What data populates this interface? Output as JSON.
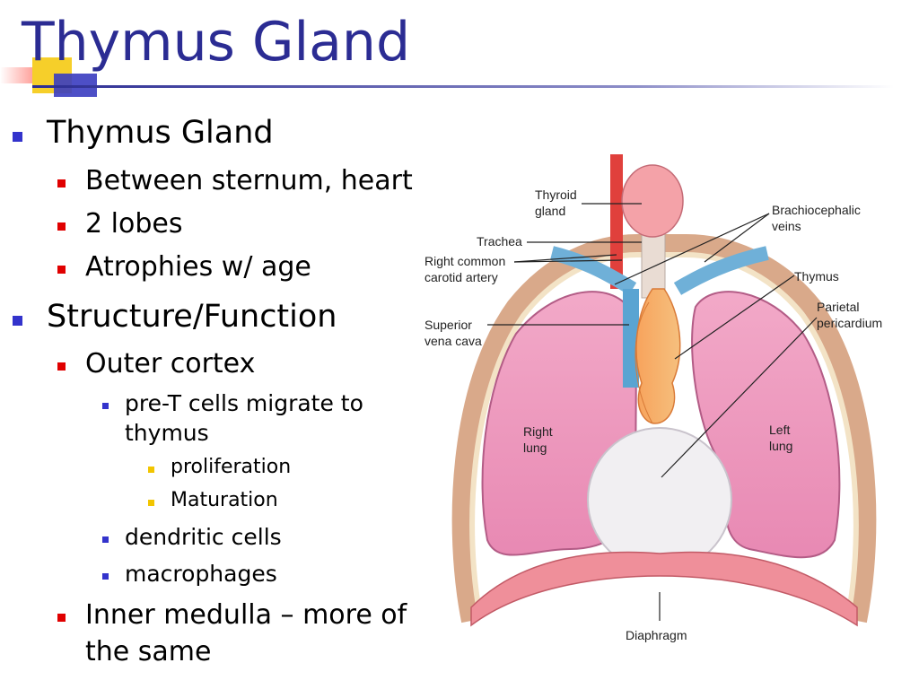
{
  "slide": {
    "title": "Thymus Gland",
    "colors": {
      "title": "#2b2c93",
      "bullet_l1": "#3333cc",
      "bullet_l2": "#e00000",
      "bullet_l4": "#f2c500"
    }
  },
  "bullets": [
    {
      "level": 1,
      "text": "Thymus Gland"
    },
    {
      "level": 2,
      "text": "Between sternum, heart"
    },
    {
      "level": 2,
      "text": "2 lobes"
    },
    {
      "level": 2,
      "text": "Atrophies w/ age"
    },
    {
      "level": 1,
      "text": "Structure/Function"
    },
    {
      "level": 2,
      "text": "Outer cortex"
    },
    {
      "level": 3,
      "text": "pre-T cells migrate to"
    },
    {
      "level": 3,
      "text": "thymus"
    },
    {
      "level": 4,
      "text": "proliferation"
    },
    {
      "level": 4,
      "text": "Maturation"
    },
    {
      "level": 3,
      "text": "dendritic cells"
    },
    {
      "level": 3,
      "text": "macrophages"
    },
    {
      "level": 2,
      "text": "Inner medulla – more of"
    },
    {
      "level": 2,
      "text": "the same"
    }
  ],
  "figure": {
    "labels": {
      "thyroid_1": "Thyroid",
      "thyroid_2": "gland",
      "trachea": "Trachea",
      "carotid_1": "Right common",
      "carotid_2": "carotid artery",
      "svc_1": "Superior",
      "svc_2": "vena cava",
      "right_lung_1": "Right",
      "right_lung_2": "lung",
      "brachio_1": "Brachiocephalic",
      "brachio_2": "veins",
      "thymus": "Thymus",
      "parietal_1": "Parietal",
      "parietal_2": "pericardium",
      "left_lung_1": "Left",
      "left_lung_2": "lung",
      "diaphragm": "Diaphragm"
    }
  }
}
